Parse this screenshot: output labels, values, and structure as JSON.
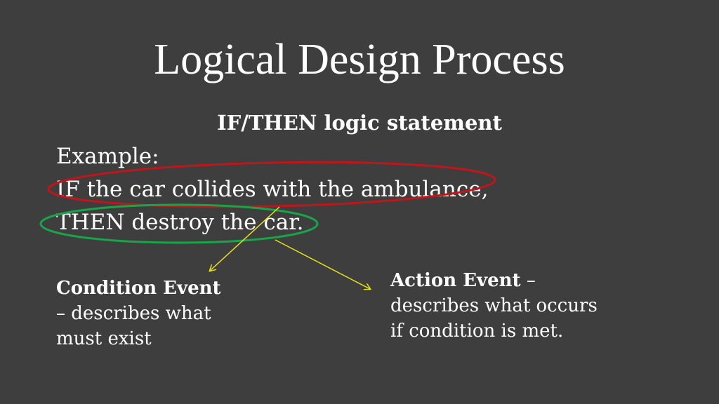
{
  "title": "Logical Design Process",
  "subtitle": "IF/THEN logic statement",
  "example": {
    "label": "Example:",
    "if_line": "IF the car collides with the ambulance,",
    "then_line": "THEN destroy the car."
  },
  "condition": {
    "heading": "Condition Event",
    "description": "– describes what must exist"
  },
  "action": {
    "heading": "Action Event",
    "dash": " –",
    "description": "describes what occurs if condition is met."
  },
  "colors": {
    "background": "#3e3e3e",
    "condition_oval": "#c0151a",
    "action_oval": "#18a54a",
    "arrow": "#e6e21a"
  }
}
